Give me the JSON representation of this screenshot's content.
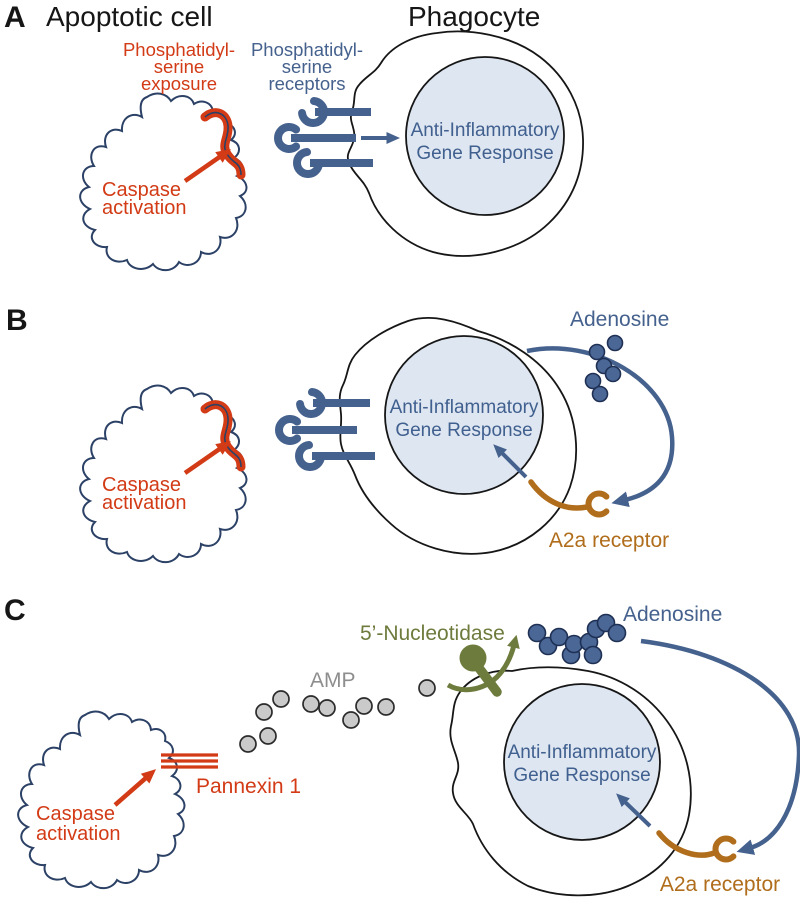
{
  "figure": {
    "panel_a": {
      "label": "A",
      "apoptotic_cell_title": "Apoptotic cell",
      "phagocyte_title": "Phagocyte",
      "ps_exposure": [
        "Phosphatidyl-",
        "serine",
        "exposure"
      ],
      "ps_receptors": [
        "Phosphatidyl-",
        "serine",
        "receptors"
      ],
      "caspase": [
        "Caspase",
        "activation"
      ],
      "nucleus": [
        "Anti-Inflammatory",
        "Gene Response"
      ]
    },
    "panel_b": {
      "label": "B",
      "caspase": [
        "Caspase",
        "activation"
      ],
      "nucleus": [
        "Anti-Inflammatory",
        "Gene Response"
      ],
      "adenosine": "Adenosine",
      "a2a_receptor": "A2a receptor"
    },
    "panel_c": {
      "label": "C",
      "nucleotidase": "5’-Nucleotidase",
      "adenosine": "Adenosine",
      "amp": "AMP",
      "pannexin": "Pannexin 1",
      "caspase": [
        "Caspase",
        "activation"
      ],
      "nucleus": [
        "Anti-Inflammatory",
        "Gene Response"
      ],
      "a2a_receptor": "A2a receptor"
    },
    "colors": {
      "red": "#d23b16",
      "cell_outline_navy": "#2c4166",
      "blue": "#45618d",
      "nucleus_fill": "#dee6f1",
      "nucleus_text": "#40608f",
      "brown": "#b06d1b",
      "olive": "#6d7b3d",
      "amp_grey": "#8e8e8e",
      "black": "#161616"
    }
  }
}
